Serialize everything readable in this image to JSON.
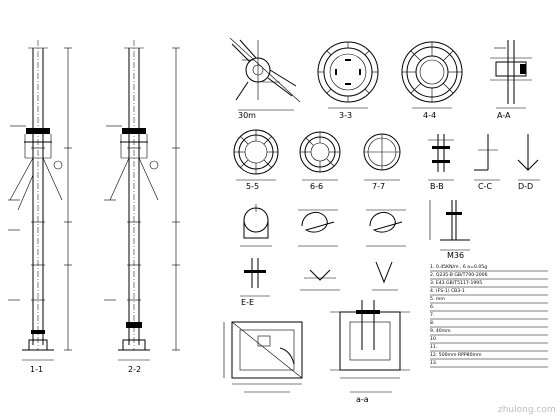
{
  "section_labels": {
    "s11": "1-1",
    "s22": "2-2",
    "plan": "30m",
    "s33": "3-3",
    "s44": "4-4",
    "sAA": "A-A",
    "s55": "5-5",
    "s66": "6-6",
    "s77": "7-7",
    "sBB": "B-B",
    "sCC": "C-C",
    "sDD": "D-D",
    "sEE": "E-E",
    "m36": "M36",
    "foot": "a-a"
  },
  "notes": [
    "1. 0.45KN/m ,  6 a=0.05g",
    "2. Q235-B  GB/T700-2006",
    "3.    E43  GB/T5117-1995",
    "4.   (FS-1)  CB3-1",
    "5.     mm",
    "6.",
    "7.",
    "8.    ",
    "9. 40mm",
    "10.",
    "11.",
    "12.     500mm  RPP80mm",
    "13.     "
  ],
  "watermark": "zhulong.com"
}
